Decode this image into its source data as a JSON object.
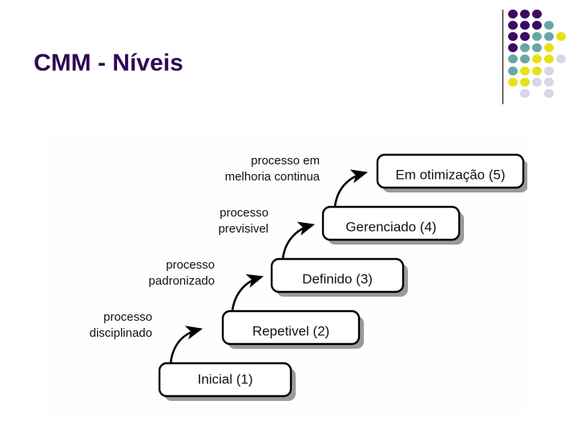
{
  "slide": {
    "title": "CMM - Níveis",
    "title_color": "#2e0854",
    "background_color": "#ffffff"
  },
  "logo": {
    "name": "decorative-dot-matrix",
    "colors": {
      "purple": "#3b0a63",
      "teal": "#6aa6a6",
      "yellow": "#e8e118",
      "lavender": "#d6d6e8"
    },
    "dots": [
      {
        "row": 0,
        "col": 0,
        "color": "purple"
      },
      {
        "row": 0,
        "col": 1,
        "color": "purple"
      },
      {
        "row": 0,
        "col": 2,
        "color": "purple"
      },
      {
        "row": 1,
        "col": 0,
        "color": "purple"
      },
      {
        "row": 1,
        "col": 1,
        "color": "purple"
      },
      {
        "row": 1,
        "col": 2,
        "color": "purple"
      },
      {
        "row": 1,
        "col": 3,
        "color": "teal"
      },
      {
        "row": 2,
        "col": 0,
        "color": "purple"
      },
      {
        "row": 2,
        "col": 1,
        "color": "purple"
      },
      {
        "row": 2,
        "col": 2,
        "color": "teal"
      },
      {
        "row": 2,
        "col": 3,
        "color": "teal"
      },
      {
        "row": 2,
        "col": 4,
        "color": "yellow"
      },
      {
        "row": 3,
        "col": 0,
        "color": "purple"
      },
      {
        "row": 3,
        "col": 1,
        "color": "teal"
      },
      {
        "row": 3,
        "col": 2,
        "color": "teal"
      },
      {
        "row": 3,
        "col": 3,
        "color": "yellow"
      },
      {
        "row": 4,
        "col": 0,
        "color": "teal"
      },
      {
        "row": 4,
        "col": 1,
        "color": "teal"
      },
      {
        "row": 4,
        "col": 2,
        "color": "yellow"
      },
      {
        "row": 4,
        "col": 3,
        "color": "yellow"
      },
      {
        "row": 4,
        "col": 4,
        "color": "lavender"
      },
      {
        "row": 5,
        "col": 0,
        "color": "teal"
      },
      {
        "row": 5,
        "col": 1,
        "color": "yellow"
      },
      {
        "row": 5,
        "col": 2,
        "color": "yellow"
      },
      {
        "row": 5,
        "col": 3,
        "color": "lavender"
      },
      {
        "row": 6,
        "col": 0,
        "color": "yellow"
      },
      {
        "row": 6,
        "col": 1,
        "color": "yellow"
      },
      {
        "row": 6,
        "col": 2,
        "color": "lavender"
      },
      {
        "row": 6,
        "col": 3,
        "color": "lavender"
      },
      {
        "row": 7,
        "col": 1,
        "color": "lavender"
      },
      {
        "row": 7,
        "col": 3,
        "color": "lavender"
      }
    ]
  },
  "diagram": {
    "name": "cmm-maturity-levels-staircase",
    "levels": [
      {
        "id": "level-1",
        "label": "Inicial (1)"
      },
      {
        "id": "level-2",
        "label": "Repetivel (2)"
      },
      {
        "id": "level-3",
        "label": "Definido (3)"
      },
      {
        "id": "level-4",
        "label": "Gerenciado (4)"
      },
      {
        "id": "level-5",
        "label": "Em otimização (5)"
      }
    ],
    "transitions": [
      {
        "id": "transition-1",
        "line1": "processo",
        "line2": "disciplinado"
      },
      {
        "id": "transition-2",
        "line1": "processo",
        "line2": "padronizado"
      },
      {
        "id": "transition-3",
        "line1": "processo",
        "line2": "previsivel"
      },
      {
        "id": "transition-4",
        "line1": "processo em",
        "line2": "melhoria continua"
      }
    ]
  }
}
